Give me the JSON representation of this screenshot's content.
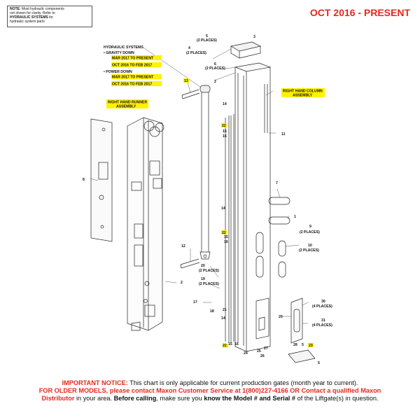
{
  "header": {
    "date_range": "OCT 2016 - PRESENT"
  },
  "note": {
    "prefix": "NOTE:",
    "line1": "Most hydraulic components",
    "line2": "not shown for clarity. Refer to",
    "bold": "HYDRAULIC SYSTEMS",
    "line3_suffix": "for",
    "line4": "hydraulic system parts"
  },
  "callouts": {
    "hydraulic_title": "HYDRAULIC SYSTEMS",
    "gravity_down": "GRAVITY DOWN",
    "gd_date1": "MAR 2017 TO PRESENT",
    "gd_date2": "OCT 2016 TO FEB 2017",
    "power_down": "POWER DOWN",
    "pd_date1": "MAR 2017 TO PRESENT",
    "pd_date2": "OCT 2016 TO FEB 2017",
    "rh_column_1": "RIGHT HAND COLUMN",
    "rh_column_2": "ASSEMBLY",
    "rh_runner_1": "RIGHT HAND RUNNER",
    "rh_runner_2": "ASSEMBLY"
  },
  "parts": {
    "p1": "1",
    "p2": "2",
    "p3": "3",
    "p4": "4",
    "p5": "5",
    "p6": "6",
    "p7": "7",
    "p8": "8",
    "p9": "9",
    "p10": "10",
    "p11": "11",
    "p12": "12",
    "p13": "13",
    "p14": "14",
    "p15": "15",
    "p16": "16",
    "p17": "17",
    "p18": "18",
    "p19": "19",
    "p20": "20",
    "p21": "21",
    "p22": "22",
    "p23": "23",
    "p24": "24",
    "p25": "25",
    "p26": "26",
    "p27": "27",
    "p28": "28",
    "p29": "29",
    "p30": "30",
    "p31": "31",
    "two_places": "(2 PLACES)",
    "four_places": "(4 PLACES)"
  },
  "footer": {
    "important": "IMPORTANT NOTICE:",
    "line1_rest": "This chart is only applicable for current production gates (month year to current).",
    "older": "FOR OLDER MODELS, please contact Maxon Customer Service at 1(800)227-4166 OR Contact a qualified Maxon",
    "distributor": "Distributor",
    "line3_a": "in your area.",
    "before_calling": "Before calling",
    "line3_b": ", make sure you",
    "know_model": "know the Model # and Serial #",
    "line3_c": "of the Liftgate(s) in question."
  }
}
